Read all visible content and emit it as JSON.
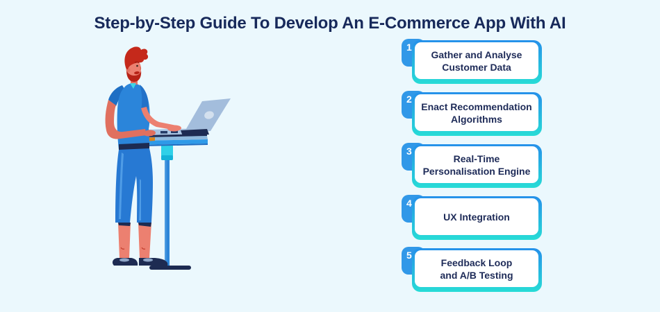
{
  "title": "Step-by-Step Guide To Develop An E-Commerce App With AI",
  "steps": [
    {
      "number": "1",
      "lines": [
        "Gather and Analyse",
        "Customer Data"
      ]
    },
    {
      "number": "2",
      "lines": [
        "Enact Recommendation",
        "Algorithms"
      ]
    },
    {
      "number": "3",
      "lines": [
        "Real-Time",
        "Personalisation Engine"
      ]
    },
    {
      "number": "4",
      "lines": [
        "UX Integration"
      ]
    },
    {
      "number": "5",
      "lines": [
        "Feedback Loop",
        "and A/B Testing"
      ]
    }
  ],
  "illustration": {
    "name": "man-working-at-standing-desk-with-laptop"
  },
  "colors": {
    "background": "#ebf8fd",
    "title_text": "#17295a",
    "step_text": "#1e2b58",
    "step_border_top": "#2590ea",
    "step_border_bottom": "#27dcd6",
    "badge_blue": "#3198e8",
    "card_background": "#ffffff"
  }
}
